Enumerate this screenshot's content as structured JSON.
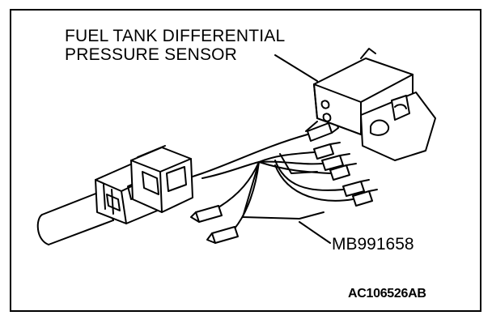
{
  "labels": {
    "sensor_line1": "FUEL TANK DIFFERENTIAL",
    "sensor_line2": "PRESSURE SENSOR",
    "tool": "MB991658",
    "figure_code": "AC106526AB"
  },
  "colors": {
    "ink": "#000000",
    "paper": "#ffffff"
  }
}
